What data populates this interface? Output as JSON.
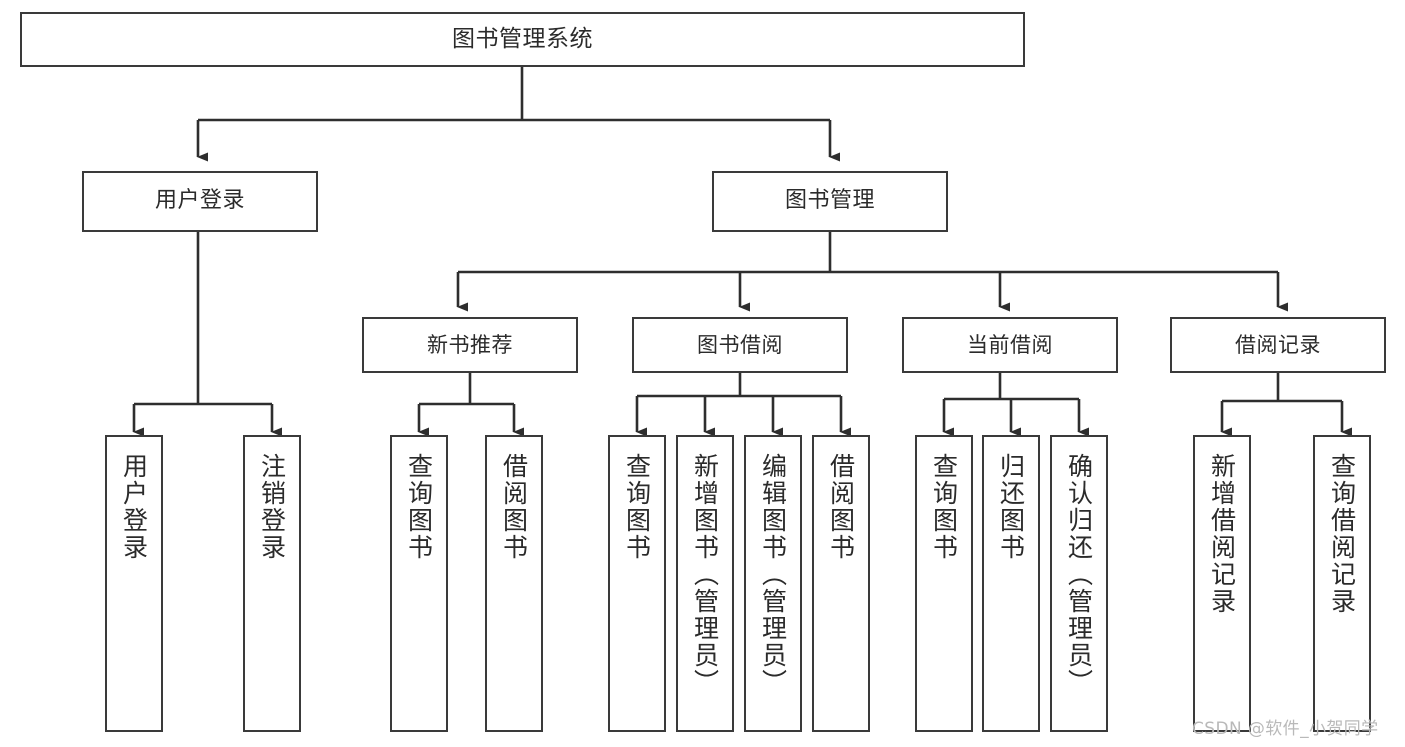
{
  "diagram": {
    "title": "图书管理系统",
    "root": {
      "label": "图书管理系统"
    },
    "level1": [
      {
        "label": "用户登录"
      },
      {
        "label": "图书管理"
      }
    ],
    "level2": [
      {
        "label": "新书推荐"
      },
      {
        "label": "图书借阅"
      },
      {
        "label": "当前借阅"
      },
      {
        "label": "借阅记录"
      }
    ],
    "leaves": {
      "user_login": [
        {
          "label": "用户登录"
        },
        {
          "label": "注销登录"
        }
      ],
      "new_book_recommend": [
        {
          "label": "查询图书"
        },
        {
          "label": "借阅图书"
        }
      ],
      "book_borrow": [
        {
          "label": "查询图书"
        },
        {
          "label": "新增图书（管理员）"
        },
        {
          "label": "编辑图书（管理员）"
        },
        {
          "label": "借阅图书"
        }
      ],
      "current_borrow": [
        {
          "label": "查询图书"
        },
        {
          "label": "归还图书"
        },
        {
          "label": "确认归还（管理员）"
        }
      ],
      "borrow_record": [
        {
          "label": "新增借阅记录"
        },
        {
          "label": "查询借阅记录"
        }
      ]
    }
  },
  "watermark": {
    "text": "CSDN @软件_小贺同学"
  },
  "colors": {
    "box_border": "#3a3a3a",
    "box_fill": "#ffffff",
    "connector": "#2e2e2e",
    "text": "#2b2b2b",
    "watermark": "#b9b9b9",
    "background": "#ffffff"
  }
}
